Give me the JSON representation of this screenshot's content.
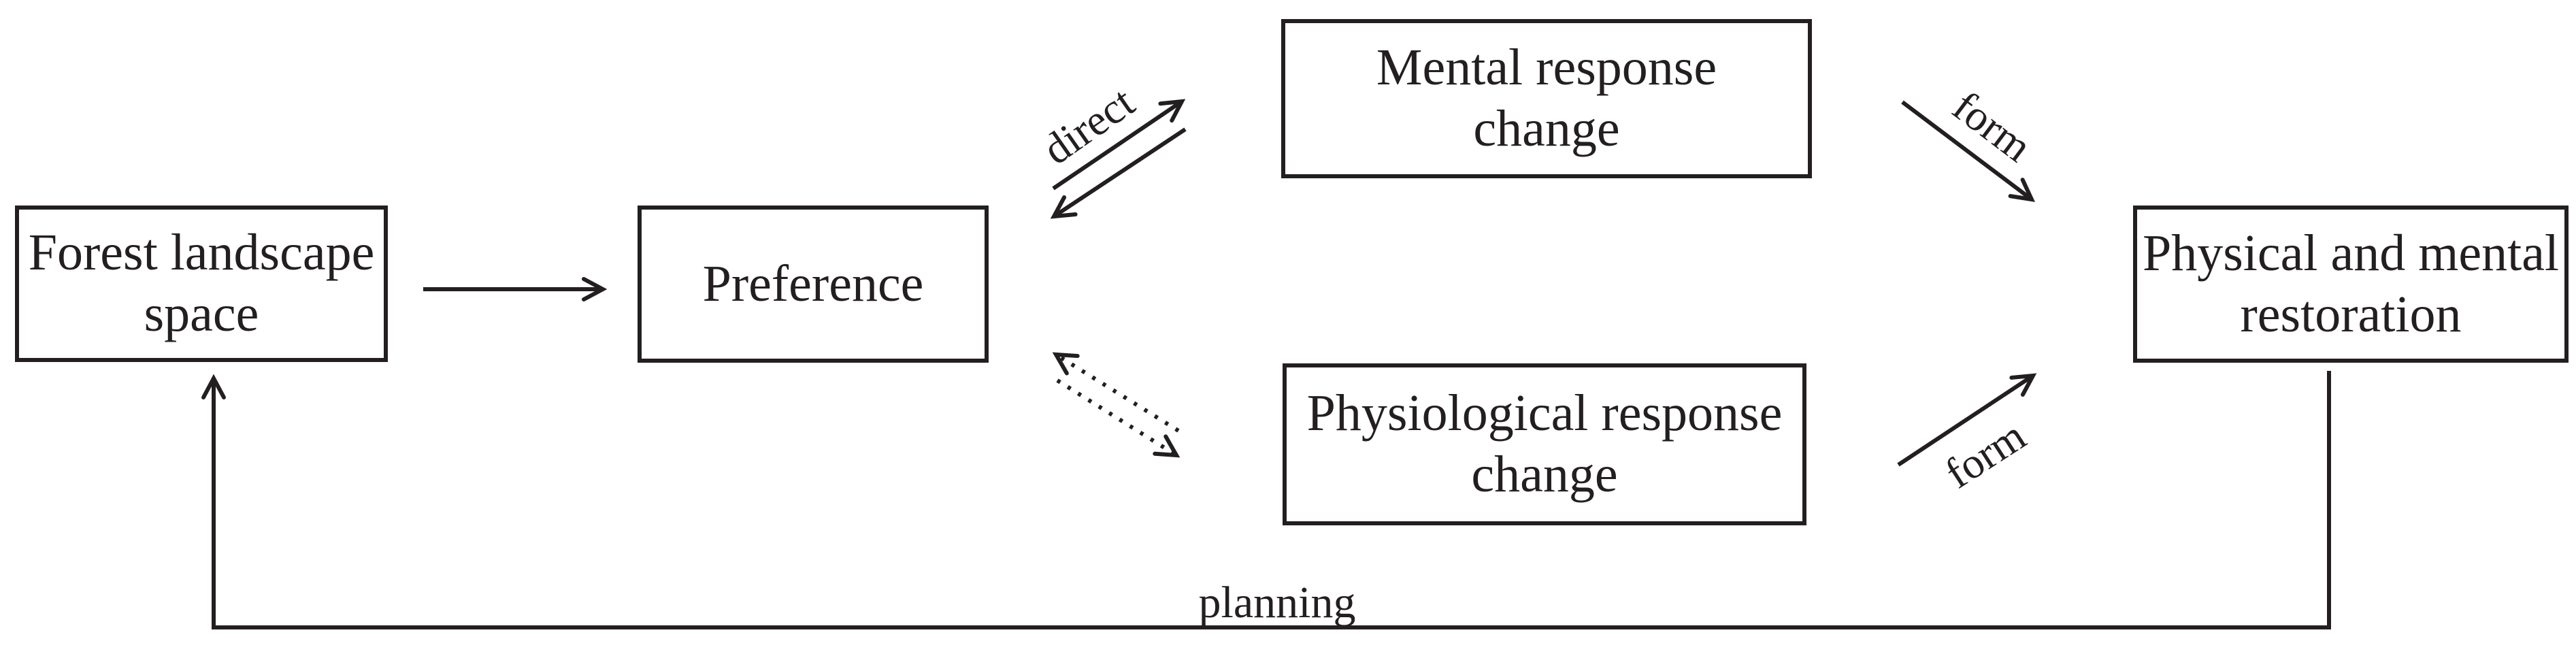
{
  "diagram": {
    "nodes": {
      "forest": {
        "label": "Forest landscape space"
      },
      "preference": {
        "label": "Preference"
      },
      "mental": {
        "label": "Mental response change"
      },
      "physiological": {
        "label": "Physiological response change"
      },
      "restoration": {
        "label": "Physical and mental restoration"
      }
    },
    "edge_labels": {
      "direct": "direct",
      "form_upper": "form",
      "form_lower": "form",
      "planning": "planning"
    },
    "colors": {
      "ink": "#231f20",
      "background": "#ffffff"
    }
  }
}
